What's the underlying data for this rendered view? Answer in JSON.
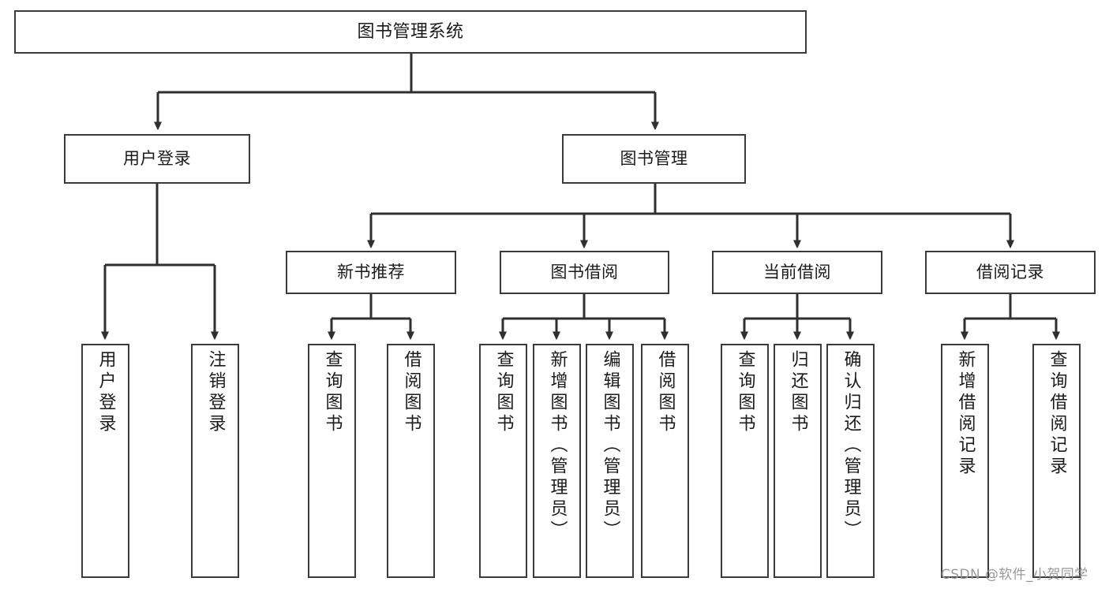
{
  "diagram": {
    "type": "tree-hierarchy-chart",
    "title": "图书管理系统",
    "orientation": "top-down",
    "box_fill": "#ffffff",
    "box_stroke": "#3a3a3a",
    "text_color": "#1b1b1b",
    "connector_color": "#2f2f2f"
  },
  "nodes": {
    "root": {
      "label": "图书管理系统",
      "level": 0
    },
    "level1": [
      {
        "id": "user-login",
        "label": "用户登录"
      },
      {
        "id": "book-manage",
        "label": "图书管理"
      }
    ],
    "level2": [
      {
        "id": "new-book-recommend",
        "label": "新书推荐"
      },
      {
        "id": "book-borrow",
        "label": "图书借阅"
      },
      {
        "id": "current-borrow",
        "label": "当前借阅"
      },
      {
        "id": "borrow-record",
        "label": "借阅记录"
      }
    ],
    "leaves": {
      "user-login": [
        {
          "id": "leaf-user-login",
          "label": "用户登录"
        },
        {
          "id": "leaf-logout-login",
          "label": "注销登录"
        }
      ],
      "new-book-recommend": [
        {
          "id": "leaf-query-book-1",
          "label": "查询图书"
        },
        {
          "id": "leaf-borrow-book-1",
          "label": "借阅图书"
        }
      ],
      "book-borrow": [
        {
          "id": "leaf-query-book-2",
          "label": "查询图书"
        },
        {
          "id": "leaf-add-book",
          "label": "新增图书（管理员）"
        },
        {
          "id": "leaf-edit-book",
          "label": "编辑图书（管理员）"
        },
        {
          "id": "leaf-borrow-book-2",
          "label": "借阅图书"
        }
      ],
      "current-borrow": [
        {
          "id": "leaf-query-book-3",
          "label": "查询图书"
        },
        {
          "id": "leaf-return-book",
          "label": "归还图书"
        },
        {
          "id": "leaf-confirm-return",
          "label": "确认归还（管理员）"
        }
      ],
      "borrow-record": [
        {
          "id": "leaf-add-record",
          "label": "新增借阅记录"
        },
        {
          "id": "leaf-query-record",
          "label": "查询借阅记录"
        }
      ]
    }
  },
  "watermark": {
    "text": "CSDN @软件_小贺同学",
    "color": "#9a9a9a"
  }
}
